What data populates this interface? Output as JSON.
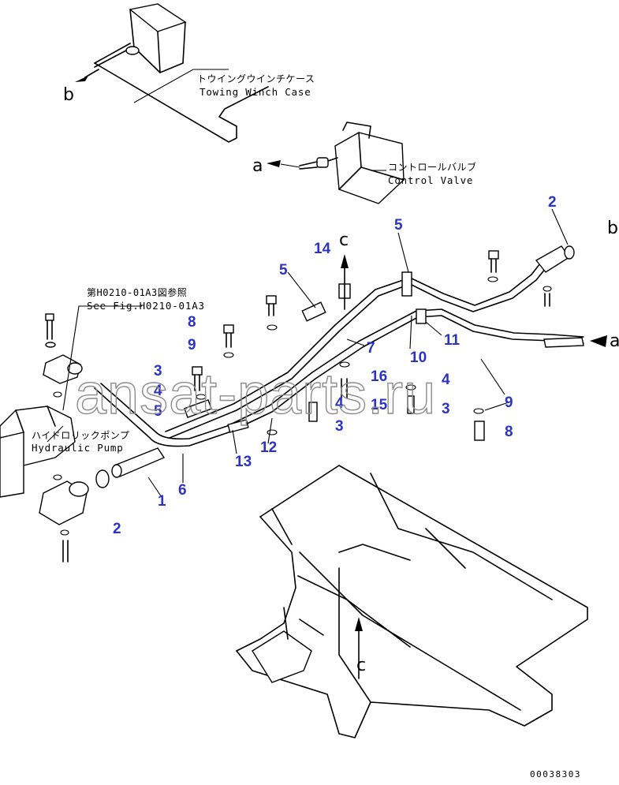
{
  "components": {
    "towing_winch_case": {
      "jp": "トウイングウインチケース",
      "en": "Towing Winch Case"
    },
    "control_valve": {
      "jp": "コントロールバルブ",
      "en": "Control Valve"
    },
    "hydraulic_pump": {
      "jp": "ハイドロリックポンプ",
      "en": "Hydraulic Pump"
    },
    "reference": {
      "jp": "第H0210-01A3図参照",
      "en": "See Fig.H0210-01A3"
    }
  },
  "connection_letters": {
    "a": "a",
    "b": "b",
    "c": "c"
  },
  "part_numbers": [
    "1",
    "2",
    "3",
    "4",
    "5",
    "6",
    "7",
    "8",
    "9",
    "10",
    "11",
    "12",
    "13",
    "14",
    "15",
    "16"
  ],
  "watermark": "ansat-parts.ru",
  "drawing_code": "00038303",
  "colors": {
    "part_number": "#2b33c6",
    "line": "#000000",
    "watermark": "#8c8c8c"
  }
}
